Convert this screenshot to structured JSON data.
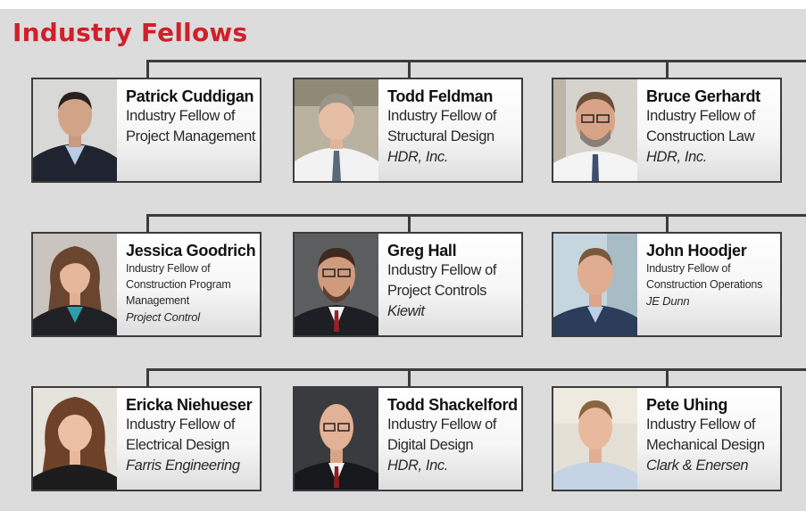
{
  "title": "Industry Fellows",
  "colors": {
    "title": "#d0202a",
    "line": "#3c3c3c",
    "panel": "#dcdcdd"
  },
  "fellows": [
    {
      "name": "Patrick Cuddigan",
      "role": "Industry Fellow of Project Management",
      "org": "",
      "photo": "person-photo"
    },
    {
      "name": "Todd Feldman",
      "role": "Industry Fellow of Structural Design",
      "org": "HDR, Inc.",
      "photo": "person-photo"
    },
    {
      "name": "Bruce Gerhardt",
      "role": "Industry Fellow of Construction Law",
      "org": "HDR, Inc.",
      "photo": "person-photo"
    },
    {
      "name": "Jessica Goodrich",
      "role": "Industry Fellow of Construction Program Management",
      "org": "Project Control",
      "photo": "person-photo"
    },
    {
      "name": "Greg Hall",
      "role": "Industry Fellow of Project Controls",
      "org": "Kiewit",
      "photo": "person-photo"
    },
    {
      "name": "John Hoodjer",
      "role": "Industry Fellow of Construction Operations",
      "org": "JE Dunn",
      "photo": "person-photo"
    },
    {
      "name": "Ericka Niehueser",
      "role": "Industry Fellow of Electrical Design",
      "org": "Farris Engineering",
      "photo": "person-photo"
    },
    {
      "name": "Todd Shackelford",
      "role": "Industry Fellow of Digital Design",
      "org": "HDR, Inc.",
      "photo": "person-photo"
    },
    {
      "name": "Pete Uhing",
      "role": "Industry Fellow of Mechanical Design",
      "org": "Clark & Enersen",
      "photo": "person-photo"
    }
  ]
}
